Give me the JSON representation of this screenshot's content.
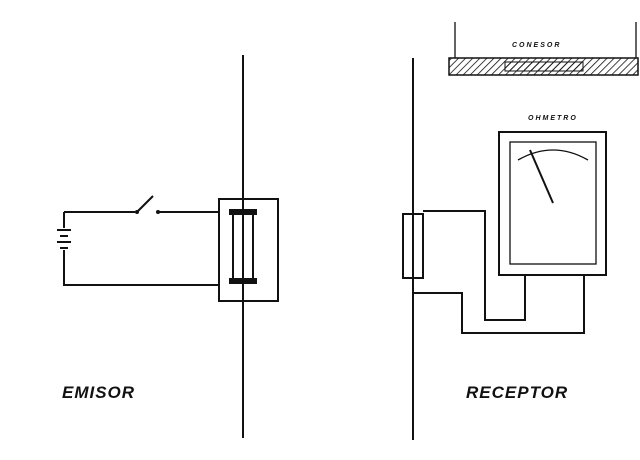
{
  "labels": {
    "emisor": "EMISOR",
    "receptor": "RECEPTOR",
    "ohmetro": "OHMETRO",
    "conesor": "CONESOR"
  }
}
